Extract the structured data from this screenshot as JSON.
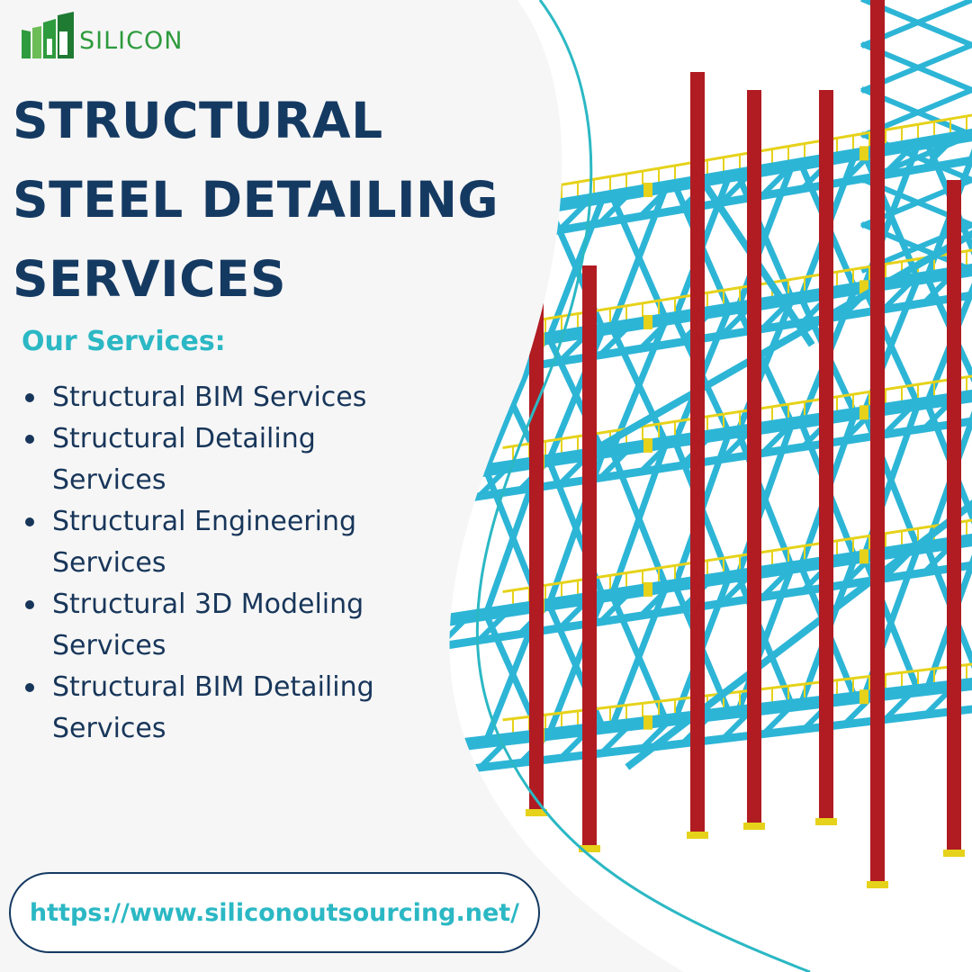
{
  "brand": {
    "logo_text": "SILICON",
    "logo_icon": "silicon-logo-icon",
    "brand_green": "#2e9b3e"
  },
  "headline": {
    "line1": "STRUCTURAL",
    "line2": "STEEL DETAILING",
    "line3": "SERVICES"
  },
  "services": {
    "heading": "Our Services:",
    "items": [
      {
        "line1": "Structural BIM Services",
        "line2": ""
      },
      {
        "line1": "Structural Detailing",
        "line2": "Services"
      },
      {
        "line1": "Structural Engineering",
        "line2": "Services"
      },
      {
        "line1": "Structural 3D Modeling",
        "line2": "Services"
      },
      {
        "line1": "Structural BIM Detailing",
        "line2": "Services"
      }
    ]
  },
  "footer": {
    "url": "https://www.siliconoutsourcing.net/"
  },
  "colors": {
    "navy": "#153a62",
    "teal": "#2bb8c4",
    "column_red": "#b01c22",
    "beam_cyan": "#2db5d6",
    "accent_yellow": "#e6d21a"
  },
  "image": {
    "subject": "steel-structure-3d-model"
  }
}
